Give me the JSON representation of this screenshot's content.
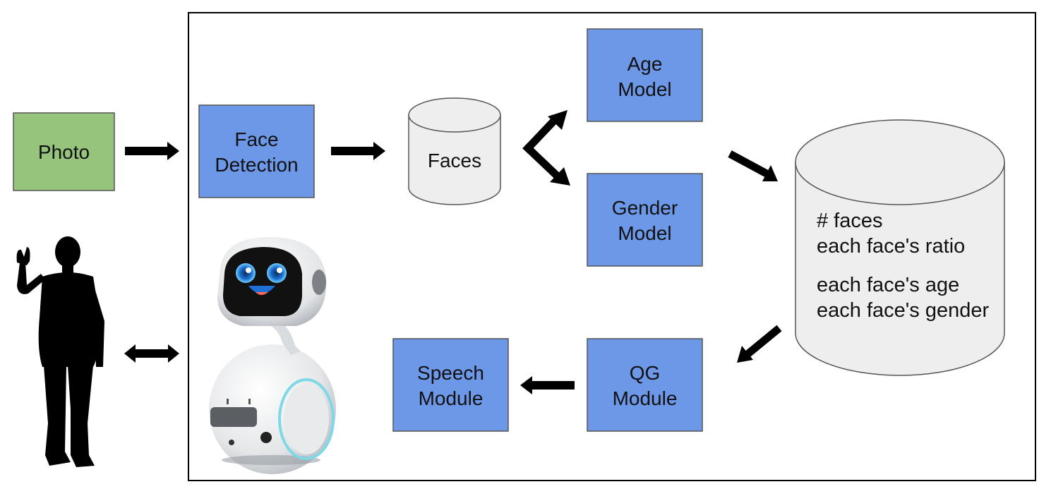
{
  "nodes": {
    "photo": {
      "line1": "Photo"
    },
    "face_detection": {
      "line1": "Face",
      "line2": "Detection"
    },
    "faces_store": {
      "line1": "Faces"
    },
    "age_model": {
      "line1": "Age",
      "line2": "Model"
    },
    "gender_model": {
      "line1": "Gender",
      "line2": "Model"
    },
    "features_store": {
      "line1": "# faces",
      "line2": "each face's ratio",
      "line3": "each face's age",
      "line4": "each face's gender"
    },
    "qg_module": {
      "line1": "QG",
      "line2": "Module"
    },
    "speech_module": {
      "line1": "Speech",
      "line2": "Module"
    }
  },
  "colors": {
    "model_box": "#6d98e8",
    "input_box": "#97c47c",
    "store_fill": "#eeeeee",
    "arrow": "#000000",
    "frame": "#000000"
  },
  "icons": {
    "person": "person-silhouette-icon",
    "robot": "robot-icon"
  }
}
